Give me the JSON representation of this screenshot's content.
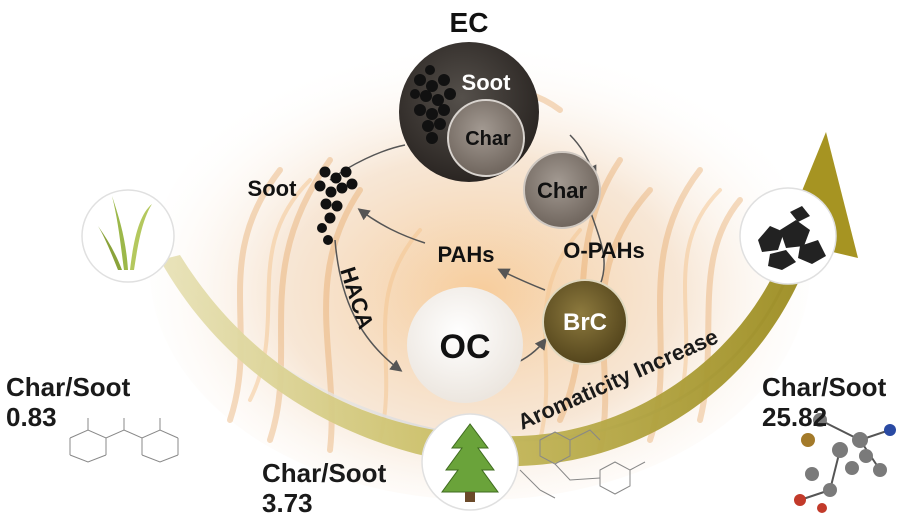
{
  "labels": {
    "ec": "EC",
    "soot_top": "Soot",
    "char_top": "Char",
    "soot_left": "Soot",
    "char_mid": "Char",
    "pahs": "PAHs",
    "o_pahs": "O-PAHs",
    "haca": "HACA",
    "oc": "OC",
    "brc": "BrC",
    "aromaticity": "Aromaticity Increase"
  },
  "ratios": [
    {
      "caption": "Char/Soot",
      "value": "0.83"
    },
    {
      "caption": "Char/Soot",
      "value": "3.73"
    },
    {
      "caption": "Char/Soot",
      "value": "25.82"
    }
  ],
  "colors": {
    "ec_circle": "#3b3531",
    "char_circle": "#8a7f76",
    "brc_circle": "#6b5a2c",
    "arrow_gold": "#b3a23a",
    "flame": "#e9a25a"
  },
  "icons": [
    "grass-icon",
    "tree-icon",
    "charcoal-icon"
  ]
}
